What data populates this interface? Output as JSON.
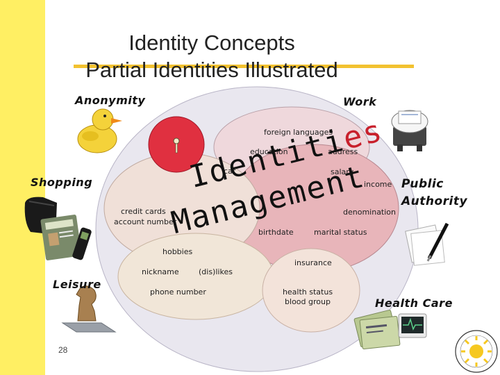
{
  "title": {
    "line1": "Identity Concepts",
    "line2": "Partial Identities Illustrated"
  },
  "regions": {
    "anonymity": "Anonymity",
    "work": "Work",
    "shopping": "Shopping",
    "public_authority": "Public\nAuthority",
    "leisure": "Leisure",
    "health_care": "Health Care"
  },
  "attributes": {
    "foreign_languages": "foreign languages",
    "education": "education",
    "address": "address",
    "car": "car",
    "salary": "salary",
    "income": "income",
    "credit_cards": "credit cards",
    "account_number": "account number",
    "denomination": "denomination",
    "birthdate": "birthdate",
    "marital_status": "marital status",
    "hobbies": "hobbies",
    "insurance": "insurance",
    "nickname": "nickname",
    "dislikes": "(dis)likes",
    "phone_number": "phone number",
    "health_status": "health status",
    "blood_group": "blood group"
  },
  "overlay": {
    "identities_chars": [
      "I",
      "d",
      "e",
      "n",
      "t",
      "i",
      "t",
      "i",
      "e",
      "s"
    ],
    "management_chars": [
      "M",
      "a",
      "n",
      "a",
      "g",
      "e",
      "m",
      "e",
      "n",
      "t"
    ]
  },
  "page_number": "28",
  "colors": {
    "left_bar": "#ffef63",
    "accent_line": "#f2c230",
    "big_circle": "#e9e7ef",
    "work_circle": "#efd8dc",
    "public_circle": "#e8b5ba",
    "anonymity_circle": "#e03040",
    "shopping_circle": "#f0e0d8",
    "highlight_red": "#c8202c"
  }
}
